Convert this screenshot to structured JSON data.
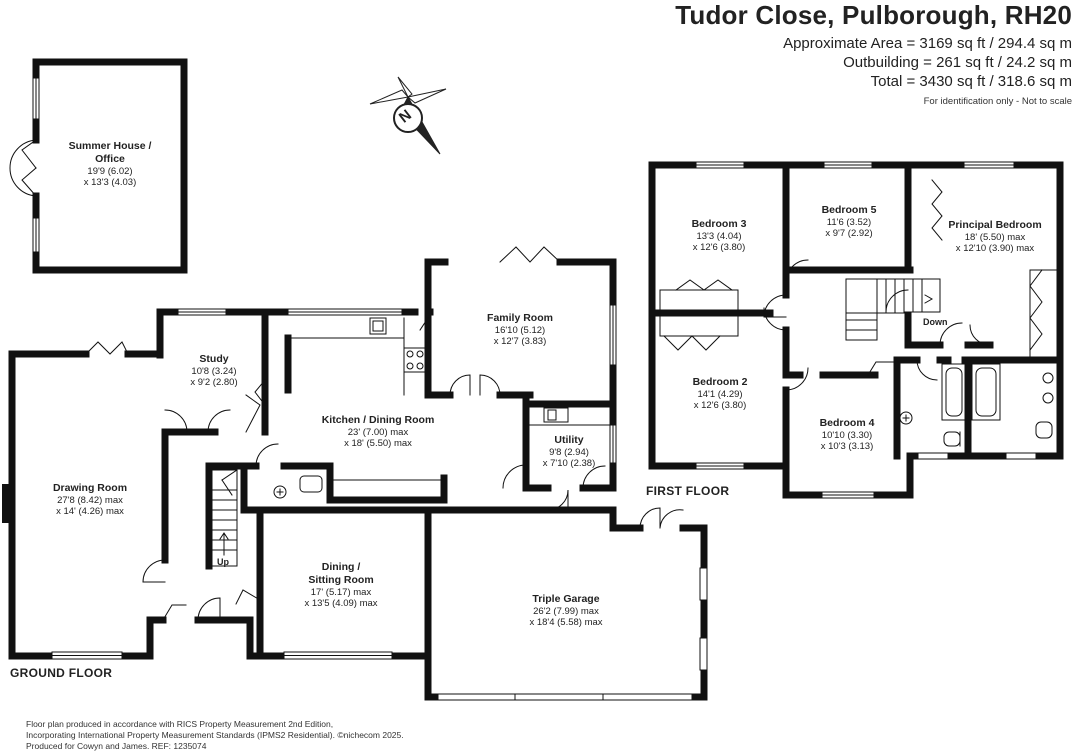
{
  "header": {
    "title": "Tudor Close, Pulborough, RH20",
    "area_main": "Approximate Area = 3169 sq ft / 294.4 sq m",
    "area_outbuilding": "Outbuilding = 261 sq ft / 24.2 sq m",
    "area_total": "Total = 3430 sq ft / 318.6 sq m",
    "note": "For identification only - Not to scale"
  },
  "compass_letter": "N",
  "floors": {
    "ground": "GROUND FLOOR",
    "first": "FIRST FLOOR"
  },
  "rooms": {
    "summer_house": {
      "name1": "Summer House /",
      "name2": "Office",
      "dim1": "19'9 (6.02)",
      "dim2": "x 13'3 (4.03)"
    },
    "study": {
      "name": "Study",
      "dim1": "10'8 (3.24)",
      "dim2": "x 9'2 (2.80)"
    },
    "family_room": {
      "name": "Family Room",
      "dim1": "16'10 (5.12)",
      "dim2": "x 12'7 (3.83)"
    },
    "kitchen": {
      "name": "Kitchen / Dining Room",
      "dim1": "23' (7.00) max",
      "dim2": "x 18' (5.50) max"
    },
    "utility": {
      "name": "Utility",
      "dim1": "9'8 (2.94)",
      "dim2": "x 7'10 (2.38)"
    },
    "drawing_room": {
      "name": "Drawing Room",
      "dim1": "27'8 (8.42) max",
      "dim2": "x 14' (4.26) max"
    },
    "dining": {
      "name1": "Dining /",
      "name2": "Sitting Room",
      "dim1": "17' (5.17) max",
      "dim2": "x 13'5 (4.09) max"
    },
    "garage": {
      "name": "Triple Garage",
      "dim1": "26'2 (7.99) max",
      "dim2": "x 18'4 (5.58) max"
    },
    "bedroom3": {
      "name": "Bedroom 3",
      "dim1": "13'3 (4.04)",
      "dim2": "x 12'6 (3.80)"
    },
    "bedroom5": {
      "name": "Bedroom 5",
      "dim1": "11'6 (3.52)",
      "dim2": "x 9'7 (2.92)"
    },
    "principal": {
      "name": "Principal Bedroom",
      "dim1": "18' (5.50) max",
      "dim2": "x 12'10 (3.90) max"
    },
    "bedroom2": {
      "name": "Bedroom 2",
      "dim1": "14'1 (4.29)",
      "dim2": "x 12'6 (3.80)"
    },
    "bedroom4": {
      "name": "Bedroom 4",
      "dim1": "10'10 (3.30)",
      "dim2": "x 10'3 (3.13)"
    }
  },
  "stairs": {
    "up": "Up",
    "down": "Down"
  },
  "footer": {
    "line1": "Floor plan produced in accordance with RICS Property Measurement 2nd Edition,",
    "line2": "Incorporating International Property Measurement Standards (IPMS2 Residential).  ©nichecom 2025.",
    "line3": "Produced for Cowyn and James.  REF: 1235074"
  }
}
